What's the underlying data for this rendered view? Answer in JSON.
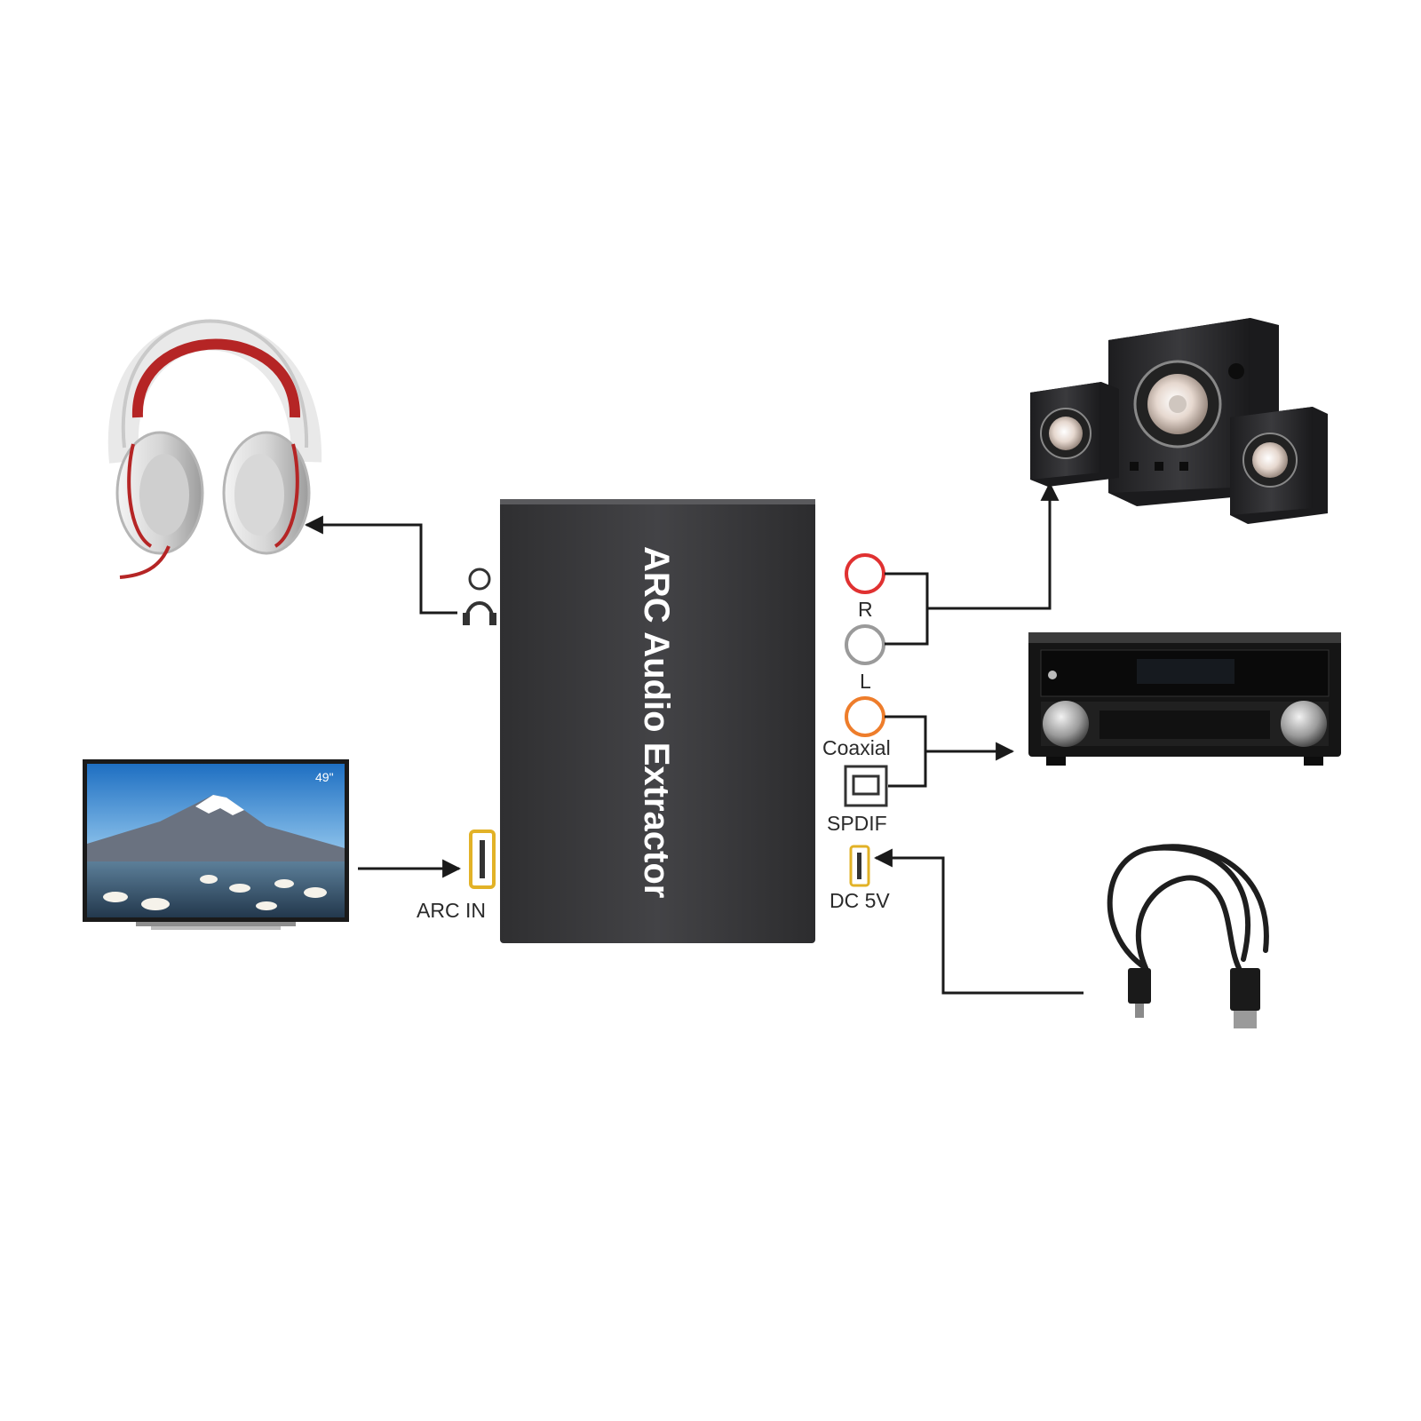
{
  "device": {
    "title": "ARC Audio Extractor"
  },
  "ports": {
    "arc_in": "ARC IN",
    "right": "R",
    "left": "L",
    "coaxial": "Coaxial",
    "spdif": "SPDIF",
    "dc": "DC 5V"
  },
  "tv": {
    "size_badge": "49\""
  },
  "colors": {
    "device_body": "#3b3b3d",
    "port_red": "#e03131",
    "port_white": "#9a9a9a",
    "port_orange": "#ee7d2b",
    "hdmi_gold": "#e2b227",
    "headphone_red": "#b52525",
    "wire": "#1a1a1a"
  },
  "icons": [
    "headphones-icon",
    "tv-icon",
    "speaker-system-icon",
    "av-receiver-icon",
    "usb-cable-icon",
    "hdmi-port-icon",
    "rca-jack-icon",
    "optical-port-icon"
  ]
}
